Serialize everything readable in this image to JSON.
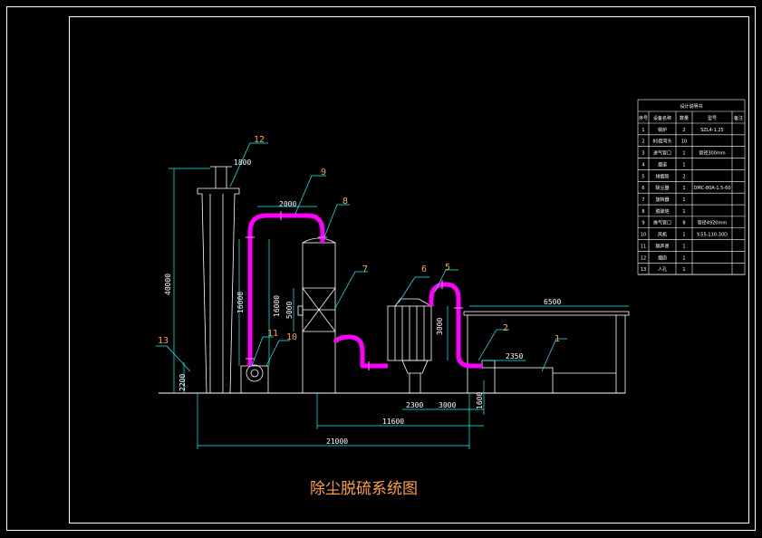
{
  "title": "除尘脱硫系统图",
  "colors": {
    "background": "#000000",
    "frame": "#ffffff",
    "pipe": "#ff00ff",
    "dimension_line": "#00ffff",
    "callout_text": "#ffa040",
    "equipment": "#ffffff"
  },
  "callouts": [
    "1",
    "2",
    "5",
    "6",
    "7",
    "8",
    "9",
    "10",
    "11",
    "12",
    "13"
  ],
  "dimensions": {
    "chimney_height": "40000",
    "chimney_top_width": "1800",
    "chimney_base": "2200",
    "pipe_top_span": "2000",
    "riser_height": "16000",
    "tower_height": "16000",
    "tower_mid": "5000",
    "filter_height": "3000",
    "boiler_width": "6500",
    "gap_2350": "2350",
    "span_2300": "2300",
    "span_3000": "3000",
    "height_1600": "1600",
    "span_11600": "11600",
    "total_length": "21000"
  },
  "table": {
    "title": "设计说明书",
    "headers": [
      "序号",
      "设备名称",
      "数量",
      "型号",
      "备注"
    ],
    "rows": [
      [
        "1",
        "锅炉",
        "2",
        "SZL4-1.25",
        ""
      ],
      [
        "2",
        "80度弯头",
        "10",
        "",
        ""
      ],
      [
        "3",
        "进气管口",
        "1",
        "管径300mm",
        ""
      ],
      [
        "4",
        "烟道",
        "1",
        "",
        ""
      ],
      [
        "5",
        "排烟管",
        "2",
        "",
        ""
      ],
      [
        "6",
        "除尘器",
        "1",
        "DMC-80A-1.5-60",
        ""
      ],
      [
        "7",
        "旋转器",
        "1",
        "",
        ""
      ],
      [
        "8",
        "脱硫塔",
        "1",
        "",
        ""
      ],
      [
        "9",
        "排气管口",
        "8",
        "管径4920mm",
        ""
      ],
      [
        "10",
        "风机",
        "1",
        "Y-55-110-30D",
        ""
      ],
      [
        "11",
        "隔声罩",
        "1",
        "",
        ""
      ],
      [
        "12",
        "烟囱",
        "1",
        "",
        ""
      ],
      [
        "13",
        "人孔",
        "1",
        "",
        ""
      ]
    ]
  }
}
